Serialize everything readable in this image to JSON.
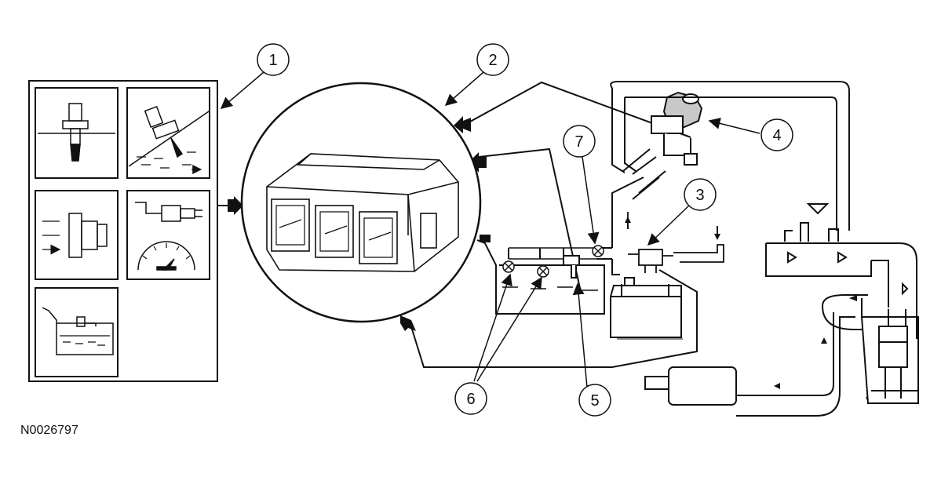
{
  "callouts": [
    {
      "id": "callout-1",
      "label": "1"
    },
    {
      "id": "callout-2",
      "label": "2"
    },
    {
      "id": "callout-3",
      "label": "3"
    },
    {
      "id": "callout-4",
      "label": "4"
    },
    {
      "id": "callout-5",
      "label": "5"
    },
    {
      "id": "callout-6",
      "label": "6"
    },
    {
      "id": "callout-7",
      "label": "7"
    }
  ],
  "figure_id": "N0026797",
  "colors": {
    "line": "#111111",
    "background": "#ffffff",
    "fill_gray": "#c8c8c8"
  }
}
